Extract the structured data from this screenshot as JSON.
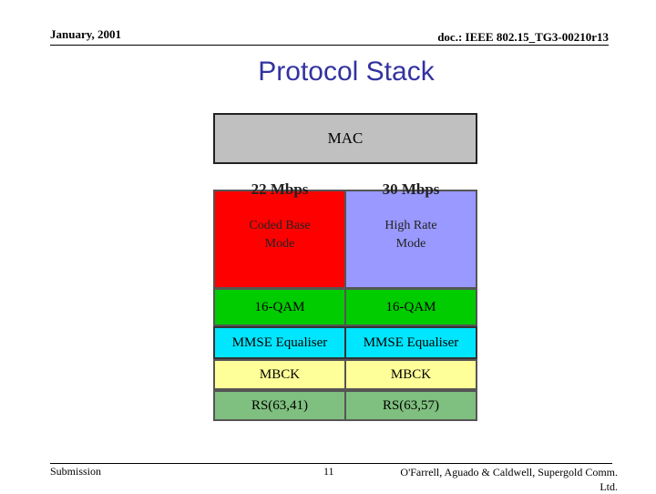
{
  "header": {
    "date": "January, 2001",
    "doc_id": "doc.: IEEE 802.15_TG3-00210r13"
  },
  "title": "Protocol Stack",
  "stack": {
    "mac": "MAC",
    "left": {
      "rate": "22 Mbps",
      "mode": "Coded Base Mode",
      "modulation": "16-QAM",
      "equaliser": "MMSE Equaliser",
      "coding": "MBCK",
      "fec": "RS(63,41)"
    },
    "right": {
      "rate": "30 Mbps",
      "mode": "High Rate Mode",
      "modulation": "16-QAM",
      "equaliser": "MMSE Equaliser",
      "coding": "MBCK",
      "fec": "RS(63,57)"
    },
    "colors": {
      "mac": "#c0c0c0",
      "left_mode": "#ff0000",
      "right_mode": "#9999ff",
      "qam": "#00cc00",
      "mmse": "#00e6ff",
      "mbck": "#ffff99",
      "rs": "#7fbf7f"
    }
  },
  "footer": {
    "left": "Submission",
    "page": "11",
    "authors": "O'Farrell, Aguado & Caldwell, Supergold Comm. Ltd."
  }
}
